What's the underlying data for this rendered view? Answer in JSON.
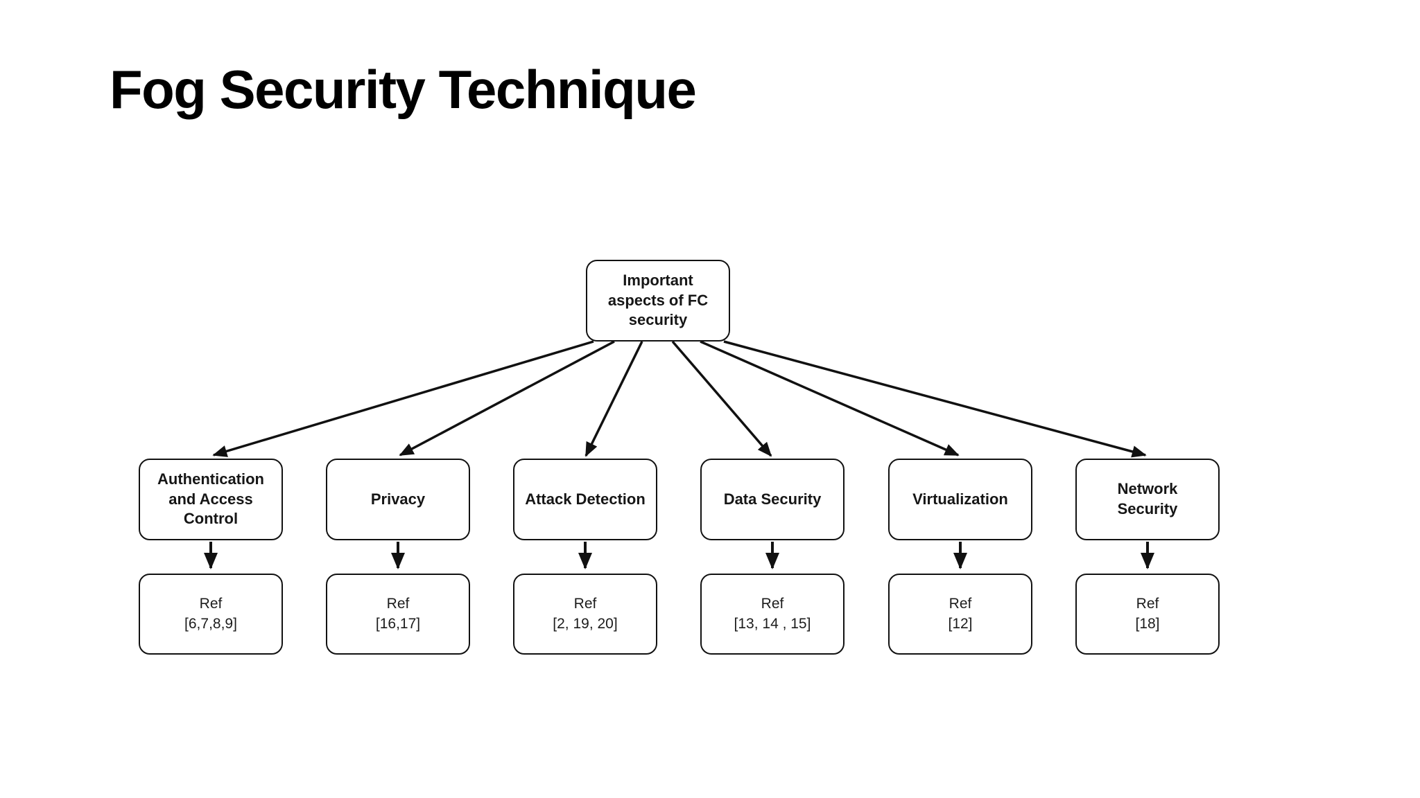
{
  "theme": {
    "ink": "#111111",
    "background": "#ffffff",
    "title_color": "#000000"
  },
  "slide": {
    "title": "Fog Security Technique"
  },
  "diagram": {
    "root": {
      "label": "Important aspects of FC security"
    },
    "columns": [
      {
        "label": "Authentication and Access Control",
        "ref_label": "Ref",
        "refs": "[6,7,8,9]"
      },
      {
        "label": "Privacy",
        "ref_label": "Ref",
        "refs": "[16,17]"
      },
      {
        "label": "Attack Detection",
        "ref_label": "Ref",
        "refs": "[2, 19, 20]"
      },
      {
        "label": "Data Security",
        "ref_label": "Ref",
        "refs": "[13, 14 , 15]"
      },
      {
        "label": "Virtualization",
        "ref_label": "Ref",
        "refs": "[12]"
      },
      {
        "label": "Network Security",
        "ref_label": "Ref",
        "refs": "[18]"
      }
    ]
  }
}
